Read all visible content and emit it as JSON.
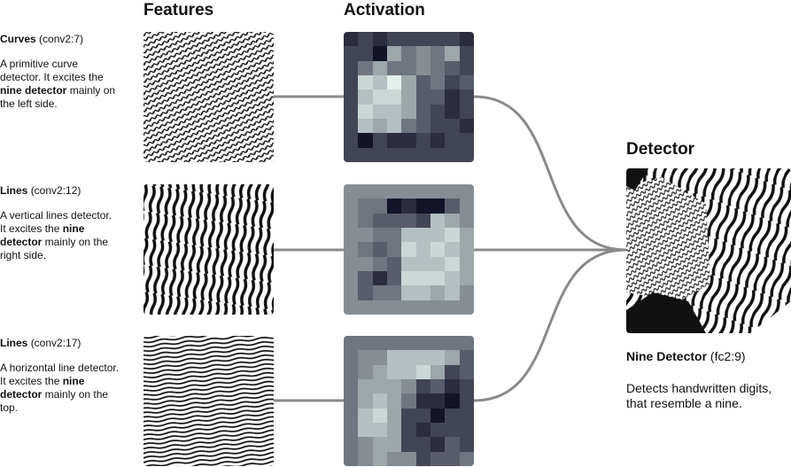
{
  "headers": {
    "features": "Features",
    "activation": "Activation",
    "detector": "Detector"
  },
  "rows": [
    {
      "name": "Curves",
      "id": "(conv2:7)",
      "desc_pre": "A primitive curve detector. It excites the ",
      "desc_bold": "nine detector",
      "desc_post": " mainly on the left side."
    },
    {
      "name": "Lines",
      "id": "(conv2:12)",
      "desc_pre": "A vertical lines detector. It excites the ",
      "desc_bold": "nine detector",
      "desc_post": " mainly on the right side."
    },
    {
      "name": "Lines",
      "id": "(conv2:17)",
      "desc_pre": "A horizontal line detector. It excites the ",
      "desc_bold": "nine detector",
      "desc_post": " mainly on the top."
    }
  ],
  "activations": [
    [
      [
        1,
        2,
        1,
        2,
        2,
        2,
        2,
        2,
        1
      ],
      [
        2,
        2,
        0,
        6,
        4,
        5,
        4,
        6,
        2
      ],
      [
        2,
        4,
        6,
        4,
        4,
        5,
        4,
        3,
        2
      ],
      [
        2,
        8,
        7,
        9,
        6,
        3,
        4,
        2,
        3
      ],
      [
        2,
        7,
        8,
        8,
        6,
        3,
        3,
        1,
        2
      ],
      [
        2,
        8,
        7,
        7,
        6,
        3,
        2,
        1,
        2
      ],
      [
        2,
        7,
        6,
        7,
        4,
        3,
        2,
        2,
        1
      ],
      [
        2,
        0,
        2,
        1,
        1,
        2,
        1,
        2,
        2
      ],
      [
        2,
        2,
        2,
        2,
        2,
        2,
        2,
        2,
        2
      ]
    ],
    [
      [
        5,
        5,
        5,
        5,
        5,
        5,
        5,
        5,
        5
      ],
      [
        5,
        4,
        4,
        0,
        1,
        0,
        0,
        3,
        5
      ],
      [
        5,
        4,
        3,
        3,
        3,
        2,
        7,
        6,
        5
      ],
      [
        5,
        5,
        4,
        4,
        7,
        7,
        7,
        8,
        6
      ],
      [
        5,
        4,
        3,
        4,
        8,
        7,
        8,
        7,
        6
      ],
      [
        5,
        5,
        4,
        3,
        7,
        7,
        7,
        8,
        6
      ],
      [
        5,
        3,
        1,
        3,
        8,
        8,
        8,
        7,
        6
      ],
      [
        5,
        3,
        4,
        4,
        7,
        7,
        6,
        7,
        5
      ],
      [
        5,
        5,
        5,
        5,
        5,
        5,
        5,
        5,
        5
      ]
    ],
    [
      [
        4,
        4,
        4,
        4,
        4,
        4,
        4,
        4,
        4
      ],
      [
        4,
        5,
        5,
        7,
        7,
        7,
        7,
        6,
        3
      ],
      [
        4,
        5,
        6,
        7,
        7,
        8,
        6,
        2,
        3
      ],
      [
        4,
        6,
        6,
        6,
        5,
        2,
        3,
        1,
        2
      ],
      [
        4,
        6,
        7,
        6,
        4,
        1,
        1,
        0,
        2
      ],
      [
        4,
        7,
        8,
        6,
        2,
        2,
        0,
        2,
        2
      ],
      [
        4,
        7,
        7,
        6,
        2,
        1,
        2,
        2,
        2
      ],
      [
        4,
        5,
        6,
        6,
        2,
        2,
        1,
        3,
        2
      ],
      [
        4,
        5,
        6,
        5,
        5,
        2,
        3,
        3,
        4
      ]
    ]
  ],
  "detector": {
    "name": "Nine Detector",
    "id": "(fc2:9)",
    "desc": "Detects handwritten digits, that resemble a nine."
  }
}
